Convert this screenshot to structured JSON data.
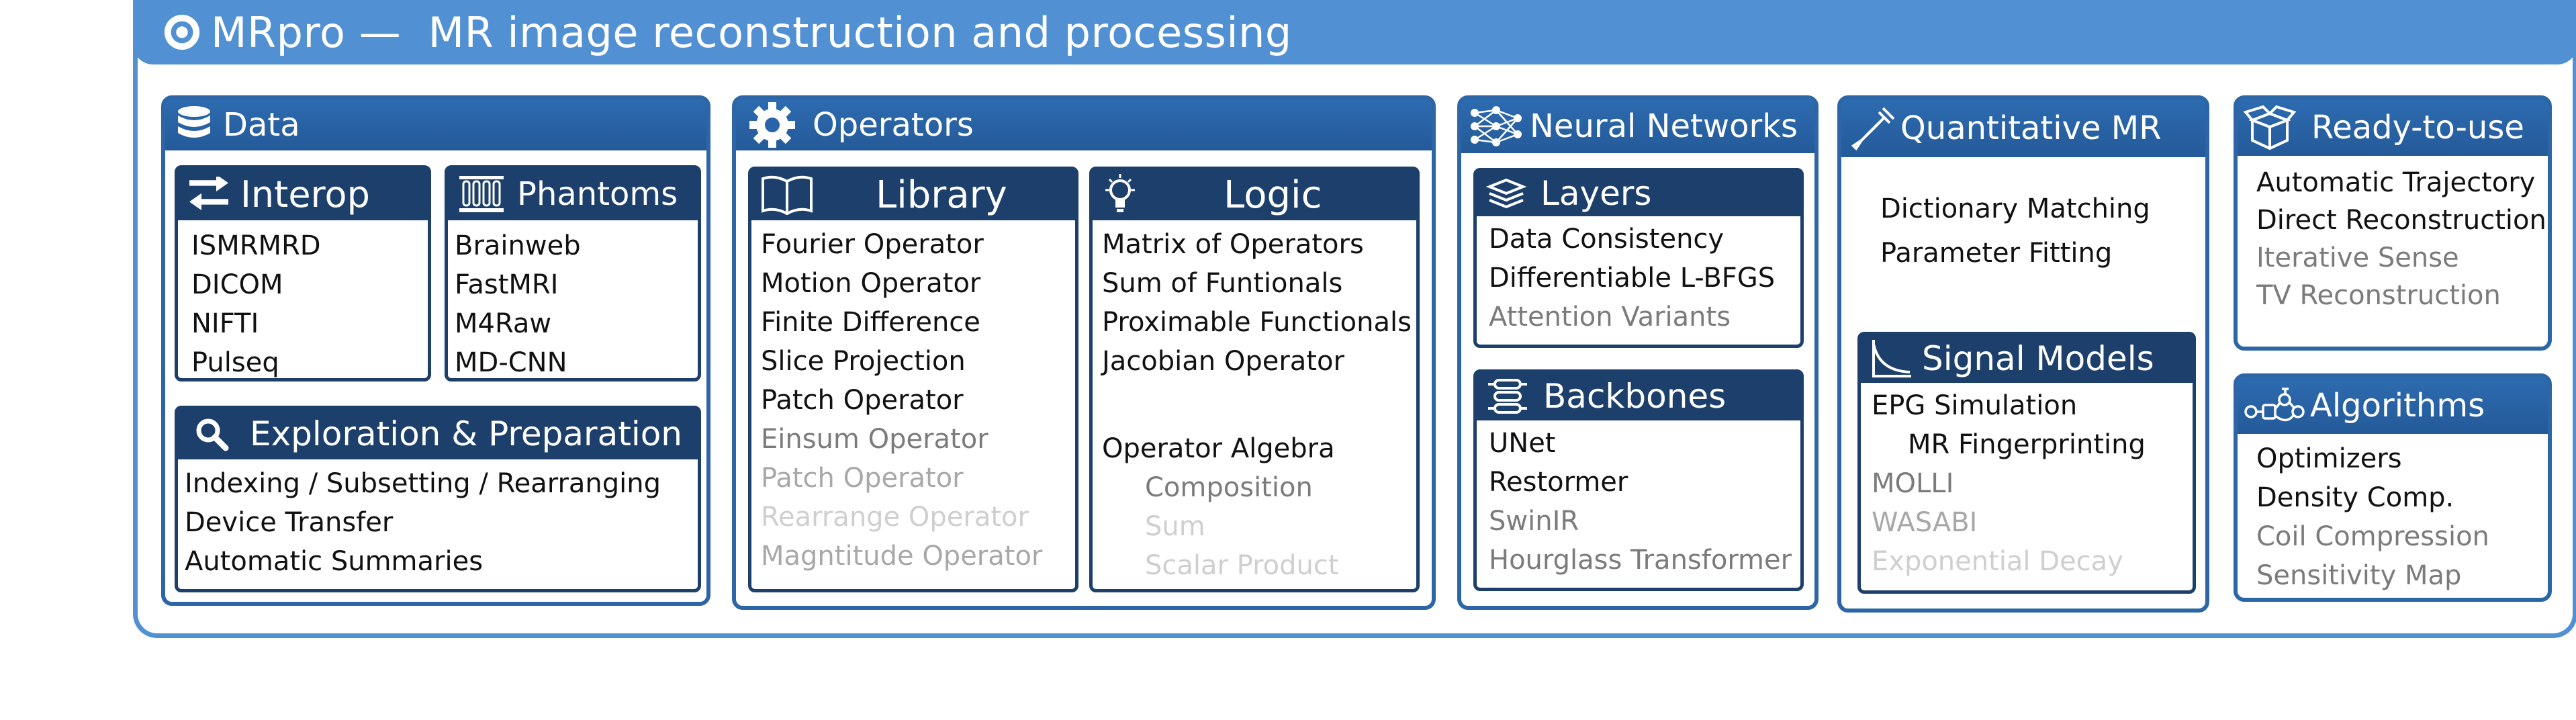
{
  "title": {
    "brand": "MRpro",
    "separator": "—",
    "text": "MR image reconstruction and processing"
  },
  "panels": {
    "data": {
      "title": "Data",
      "interop": {
        "title": "Interop",
        "items": [
          "ISMRMRD",
          "DICOM",
          "NIFTI",
          "Pulseq"
        ]
      },
      "phantoms": {
        "title": "Phantoms",
        "items": [
          "Brainweb",
          "FastMRI",
          "M4Raw",
          "MD-CNN"
        ]
      },
      "exploration": {
        "title": "Exploration & Preparation",
        "items": [
          "Indexing / Subsetting / Rearranging",
          "Device Transfer",
          "Automatic Summaries"
        ]
      }
    },
    "operators": {
      "title": "Operators",
      "library": {
        "title": "Library",
        "items": [
          "Fourier Operator",
          "Motion Operator",
          "Finite Difference",
          "Slice Projection",
          "Patch Operator",
          "Einsum Operator",
          "Patch Operator",
          "Rearrange Operator",
          "Magntitude Operator"
        ]
      },
      "logic": {
        "title": "Logic",
        "items": [
          "Matrix of Operators",
          "Sum of Funtionals",
          "Proximable Functionals",
          "Jacobian Operator"
        ],
        "algebra_title": "Operator Algebra",
        "algebra_items": [
          "Composition",
          "Sum",
          "Scalar Product"
        ]
      }
    },
    "neural": {
      "title": "Neural Networks",
      "layers": {
        "title": "Layers",
        "items": [
          "Data Consistency",
          "Differentiable L-BFGS",
          "Attention Variants"
        ]
      },
      "backbones": {
        "title": "Backbones",
        "items": [
          "UNet",
          "Restormer",
          "SwinIR",
          "Hourglass Transformer"
        ]
      }
    },
    "quantitative": {
      "title": "Quantitative MR",
      "items": [
        "Dictionary Matching",
        "Parameter Fitting"
      ],
      "signal_models": {
        "title": "Signal Models",
        "items": [
          "EPG Simulation",
          "MR Fingerprinting",
          "MOLLI",
          "WASABI",
          "Exponential Decay"
        ]
      }
    },
    "ready": {
      "title": "Ready-to-use",
      "items": [
        "Automatic Trajectory",
        "Direct Reconstruction",
        "Iterative Sense",
        "TV Reconstruction"
      ]
    },
    "algorithms": {
      "title": "Algorithms",
      "items": [
        "Optimizers",
        "Density Comp.",
        "Coil Compression",
        "Sensitivity Map"
      ]
    }
  },
  "icons": [
    "mrpro-logo-icon",
    "database-icon",
    "arrows-exchange-icon",
    "test-tubes-icon",
    "search-icon",
    "gear-icon",
    "book-icon",
    "lightbulb-icon",
    "neural-network-icon",
    "layers-icon",
    "backbone-icon",
    "pipette-icon",
    "curve-icon",
    "box-icon",
    "algorithm-nodes-icon"
  ],
  "colors": {
    "frame": "#5090d3",
    "panel": "#2d66a6",
    "subheader": "#1d3f6b"
  }
}
